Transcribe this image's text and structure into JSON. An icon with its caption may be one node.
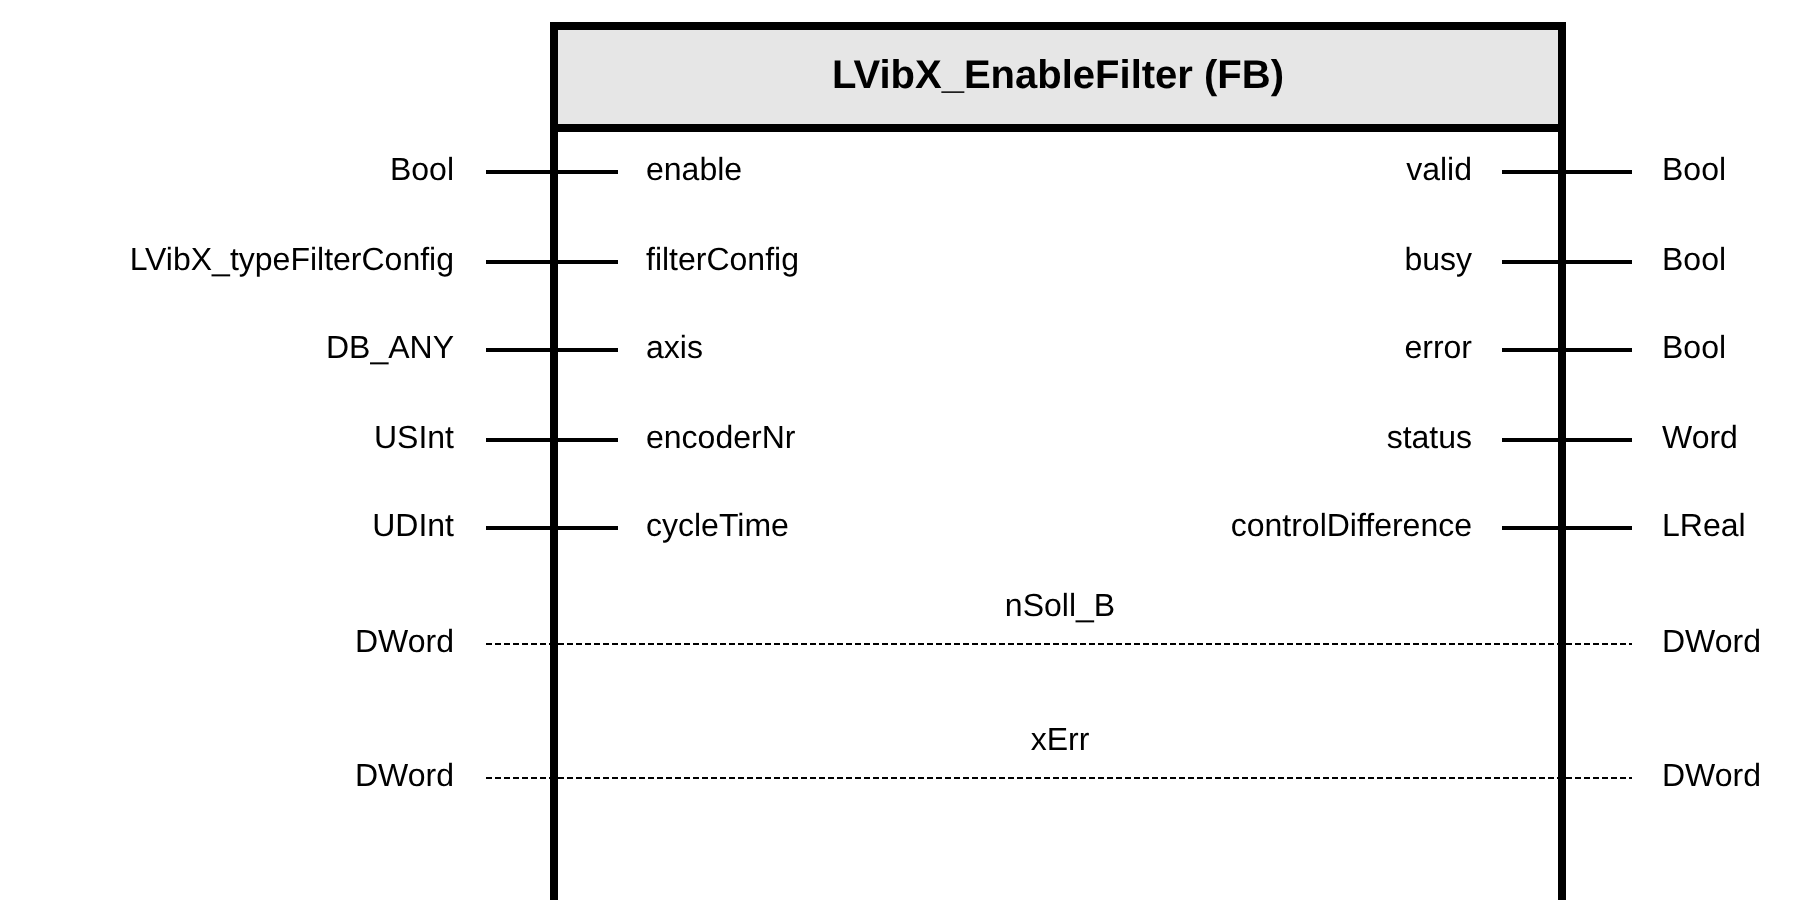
{
  "diagram": {
    "nodes": [
      {
        "text": [
          "LVibX_EnableFilter (FB)"
        ]
      },
      {
        "text": [
          "Bool"
        ]
      },
      {
        "text": [
          "enable"
        ],
        "in": 0
      },
      {
        "text": [
          "valid"
        ],
        "in": 0
      },
      {
        "text": [
          "Bool"
        ]
      },
      {
        "text": [
          "LVibX_typeFilterConfig"
        ]
      },
      {
        "text": [
          "filterConfig"
        ],
        "in": 0
      },
      {
        "text": [
          "busy"
        ],
        "in": 0
      },
      {
        "text": [
          "Bool"
        ]
      },
      {
        "text": [
          "DB_ANY"
        ]
      },
      {
        "text": [
          "axis"
        ],
        "in": 0
      },
      {
        "text": [
          "error"
        ],
        "in": 0
      },
      {
        "text": [
          "Bool"
        ]
      },
      {
        "text": [
          "USInt"
        ]
      },
      {
        "text": [
          "encoderNr"
        ],
        "in": 0
      },
      {
        "text": [
          "status"
        ],
        "in": 0
      },
      {
        "text": [
          "Word"
        ]
      },
      {
        "text": [
          "UDInt"
        ]
      },
      {
        "text": [
          "cycleTime"
        ],
        "in": 0
      },
      {
        "text": [
          "controlDifference"
        ],
        "in": 0
      },
      {
        "text": [
          "LReal"
        ]
      },
      {
        "text": [
          "DWord"
        ]
      },
      {
        "text": [
          "DWord"
        ]
      },
      {
        "text": [
          "DWord"
        ]
      },
      {
        "text": [
          "DWord"
        ]
      }
    ],
    "edges": [
      {
        "from": 1,
        "to": 2,
        "arrow": "none"
      },
      {
        "from": 3,
        "to": 4,
        "arrow": "none"
      },
      {
        "from": 5,
        "to": 6,
        "arrow": "none"
      },
      {
        "from": 7,
        "to": 8,
        "arrow": "none"
      },
      {
        "from": 9,
        "to": 10,
        "arrow": "none"
      },
      {
        "from": 11,
        "to": 12,
        "arrow": "none"
      },
      {
        "from": 13,
        "to": 14,
        "arrow": "none"
      },
      {
        "from": 15,
        "to": 16,
        "arrow": "none"
      },
      {
        "from": 17,
        "to": 18,
        "arrow": "none"
      },
      {
        "from": 19,
        "to": 20,
        "arrow": "none"
      },
      {
        "from": 21,
        "to": 22,
        "arrow": "none",
        "label": "nSoll_B",
        "style": "dashed"
      },
      {
        "from": 23,
        "to": 24,
        "arrow": "none",
        "label": "xErr",
        "style": "dashed"
      }
    ]
  }
}
